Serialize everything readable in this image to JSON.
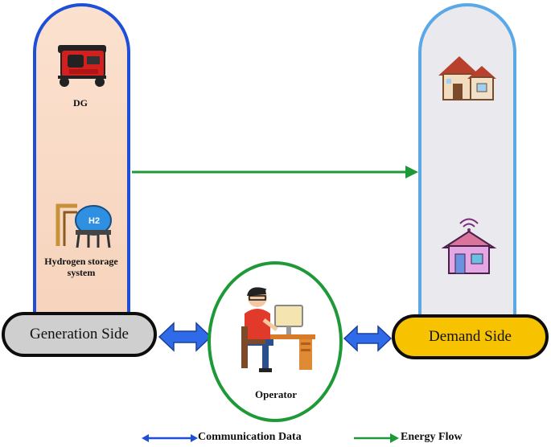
{
  "generation": {
    "title": "Generation Side",
    "items": [
      {
        "label": "DG",
        "icon": "generator-icon"
      },
      {
        "label": "Hydrogen storage system",
        "icon": "hydrogen-tank-icon"
      }
    ]
  },
  "demand": {
    "title": "Demand Side",
    "items": [
      {
        "icon": "house-icon"
      },
      {
        "icon": "smart-home-icon"
      }
    ]
  },
  "operator": {
    "label": "Operator",
    "icon": "person-at-computer-icon"
  },
  "legend": {
    "communication": "Communication Data",
    "energy": "Energy Flow"
  },
  "colors": {
    "communication": "#1f4fd8",
    "energy": "#1d9a37",
    "generation_border": "#1f4fd8",
    "demand_border": "#5aa9e6",
    "demand_box": "#f7c300",
    "generation_box": "#cfcfcf"
  }
}
